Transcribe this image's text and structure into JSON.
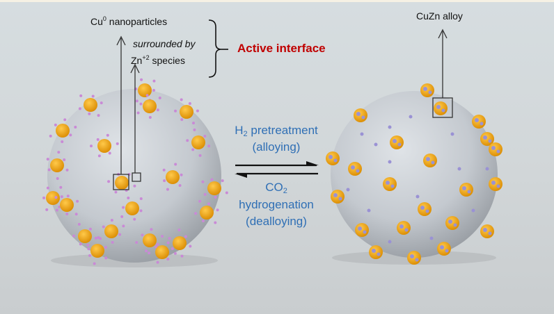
{
  "left_labels": {
    "cu_base": "Cu",
    "cu_sup": "0",
    "cu_rest": " nanoparticles",
    "surrounded": "surrounded by",
    "zn_base": "Zn",
    "zn_sup": "+2",
    "zn_rest": " species",
    "active_interface": "Active interface"
  },
  "right_labels": {
    "alloy": "CuZn alloy"
  },
  "forward": {
    "h_base": "H",
    "h_sub": "2",
    "h_rest": " pretreatment",
    "paren": "(alloying)"
  },
  "reverse": {
    "co_base": "CO",
    "co_sub": "2",
    "hydrogenation": "hydrogenation",
    "paren": "(dealloying)"
  },
  "colors": {
    "active_interface": "#c00000",
    "process_text": "#2f6fb5",
    "cu_particle": "#f2a81d",
    "zn_species": "#c98ad6",
    "zn_in_alloy": "#9a92d4"
  }
}
